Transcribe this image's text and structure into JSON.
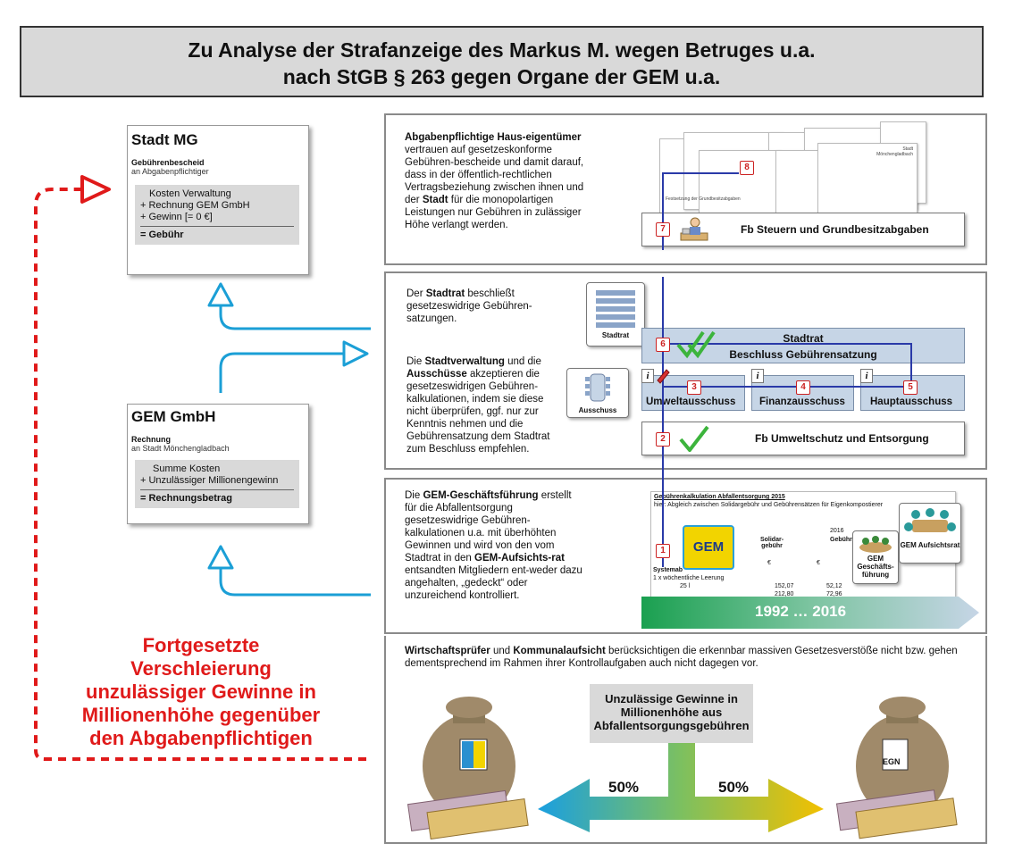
{
  "title": {
    "line1": "Zu Analyse der Strafanzeige des Markus M. wegen Betruges u.a.",
    "line2": "nach StGB § 263 gegen Organe der GEM u.a."
  },
  "doc_stadt": {
    "title": "Stadt MG",
    "subtitle": "Gebührenbescheid",
    "recipient": "an Abgabenpflichtiger",
    "lines": [
      "Kosten Verwaltung",
      "+ Rechnung GEM GmbH",
      "+ Gewinn [= 0 €]"
    ],
    "result": "= Gebühr"
  },
  "doc_gem": {
    "title": "GEM GmbH",
    "subtitle": "Rechnung",
    "recipient": "an Stadt Mönchengladbach",
    "lines": [
      "Summe Kosten",
      "+  Unzulässiger Millionengewinn"
    ],
    "result": "= Rechnungsbetrag"
  },
  "red_text": [
    "Fortgesetzte",
    "Verschleierung",
    "unzulässiger Gewinne in",
    "Millionenhöhe gegenüber",
    "den Abgabenpflichtigen"
  ],
  "panel1": {
    "text_bold1": "Abgabenpflichtige Haus-eigentümer",
    "text1": " vertrauen auf gesetzeskonforme Gebühren-bescheide und damit darauf, dass in der öffentlich-rechtlichen Vertragsbeziehung zwischen ihnen und der ",
    "text_bold2": "Stadt",
    "text2": " für die monopolartigen Leistungen nur Gebühren in zulässiger Höhe verlangt werden.",
    "box_label": "Fb Steuern und Grundbesitzabgaben",
    "sheet_small_1": "Stadt",
    "sheet_small_2": "Mönchengladbach",
    "sheet_small_3": "Festsetzung der Grundbesitzabgaben"
  },
  "panel2": {
    "a_pre": "Der ",
    "a_bold": "Stadtrat",
    "a_post": " beschließt gesetzeswidrige Gebühren-satzungen.",
    "b_pre": "Die ",
    "b_bold1": "Stadtverwaltung",
    "b_mid1": " und die ",
    "b_bold2": "Ausschüsse",
    "b_post": " akzeptieren die gesetzeswidrigen Gebühren-kalkulationen, indem sie diese nicht überprüfen, ggf. nur zur Kenntnis nehmen und die Gebührensatzung dem Stadtrat zum Beschluss empfehlen.",
    "stadtrat_icon": "Stadtrat",
    "ausschuss_icon": "Ausschuss",
    "stadtrat_box_line1": "Stadtrat",
    "stadtrat_box_line2": "Beschluss Gebührensatzung",
    "committee1": "Umweltausschuss",
    "committee2": "Finanzausschuss",
    "committee3": "Hauptausschuss",
    "fb_umwelt": "Fb Umweltschutz und Entsorgung"
  },
  "panel3": {
    "a_pre": "Die ",
    "a_bold1": "GEM-Geschäftsführung",
    "a_mid": " erstellt für die Abfallentsorgung gesetzeswidrige Gebühren-kalkulationen u.a. mit überhöhten Gewinnen und wird von den vom Stadtrat in den ",
    "a_bold2": "GEM-Aufsichts-rat",
    "a_post": " entsandten Mitgliedern ent-weder dazu angehalten, „gedeckt“ oder unzureichend kontrolliert.",
    "timeline": "1992 … 2016",
    "gem_logo": "GEM",
    "gf_label": "GEM Geschäfts-führung",
    "ar_label": "GEM Aufsichtsrat",
    "sheet_title": "Gebührenkalkulation Abfallentsorgung 2015",
    "sheet_sub": "hier: Abgleich zwischen Solidargebühr und Gebührensätzen für Eigenkompostierer",
    "sheet_col1": "Solidar-gebühr",
    "sheet_col2": "Gebühr",
    "sheet_year": "2016",
    "sheet_cell_euro": "€",
    "sheet_row_label1": "Systemab",
    "sheet_row_label2": "1 x wöchentliche Leerung",
    "sheet_row_a": "25 l",
    "sheet_val_a1": "152,07",
    "sheet_val_a2": "52,12",
    "sheet_val_b1": "212,80",
    "sheet_val_b2": "72,96"
  },
  "panel4": {
    "bold1": "Wirtschaftsprüfer",
    "mid": " und ",
    "bold2": "Kommunalaufsicht",
    "post": " berücksichtigen die erkennbar massiven Gesetzesverstöße nicht bzw. gehen dementsprechend im Rahmen ihrer Kontrollaufgaben auch nicht dagegen vor.",
    "center_box": "Unzulässige Gewinne in Millionenhöhe aus Abfallentsorgungsgebühren",
    "left_pct": "50%",
    "right_pct": "50%",
    "egn_label": "EGN"
  },
  "steps": [
    "1",
    "2",
    "3",
    "4",
    "5",
    "6",
    "7",
    "8"
  ],
  "colors": {
    "red_accent": "#e01a1a",
    "arrow_blue": "#1b9fd6",
    "flow_line": "#2a3aa8",
    "box_blue": "#c6d5e6",
    "gray": "#d9d9d9",
    "check_green": "#3cb43c"
  }
}
